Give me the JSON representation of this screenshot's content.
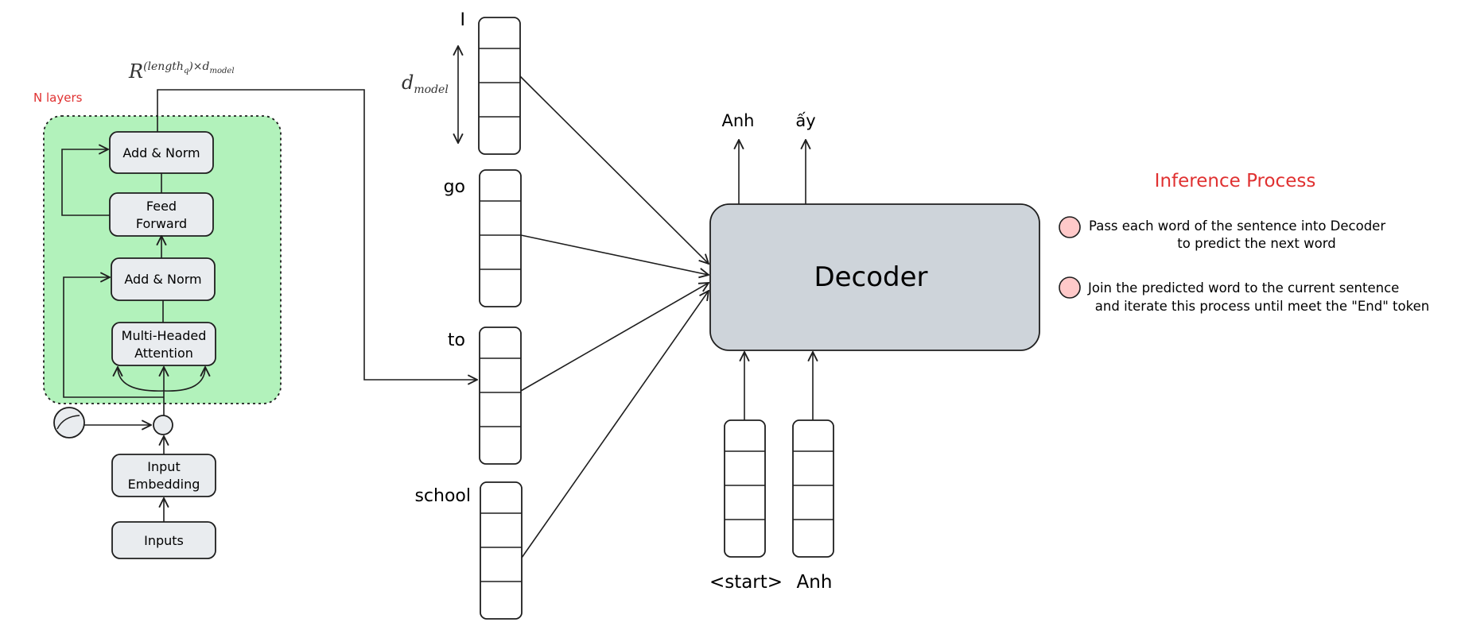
{
  "encoder": {
    "layers_label": "N layers",
    "output_dim_base": "R",
    "output_dim_exp": "(length",
    "output_dim_sub": "q",
    "output_dim_exp_tail": ")×d",
    "output_dim_exp_sub": "model",
    "blocks": {
      "add_norm_top": "Add & Norm",
      "feed_forward_line1": "Feed",
      "feed_forward_line2": "Forward",
      "add_norm_bottom": "Add & Norm",
      "mha_line1": "Multi-Headed",
      "mha_line2": "Attention",
      "input_embedding_line1": "Input",
      "input_embedding_line2": "Embedding",
      "inputs": "Inputs"
    }
  },
  "embeddings": {
    "dim_label_base": "d",
    "dim_label_sub": "model",
    "words": [
      "I",
      "go",
      "to",
      "school"
    ]
  },
  "decoder": {
    "label": "Decoder",
    "outputs": [
      "Anh",
      "ấy"
    ],
    "inputs": [
      "<start>",
      "Anh"
    ]
  },
  "inference": {
    "title": "Inference Process",
    "steps": [
      {
        "line1": "Pass each word of the sentence into Decoder",
        "line2": "to predict the next word"
      },
      {
        "line1": "Join the predicted word to the current sentence",
        "line2": "and iterate this process until meet the \"End\" token"
      }
    ]
  },
  "colors": {
    "encoder_bg": "#b2f2bb",
    "block_fill": "#e9ecef",
    "decoder_fill": "#ced4da",
    "accent_red": "#e03131",
    "bullet_fill": "#ffc9c9",
    "stroke": "#1e1e1e"
  }
}
